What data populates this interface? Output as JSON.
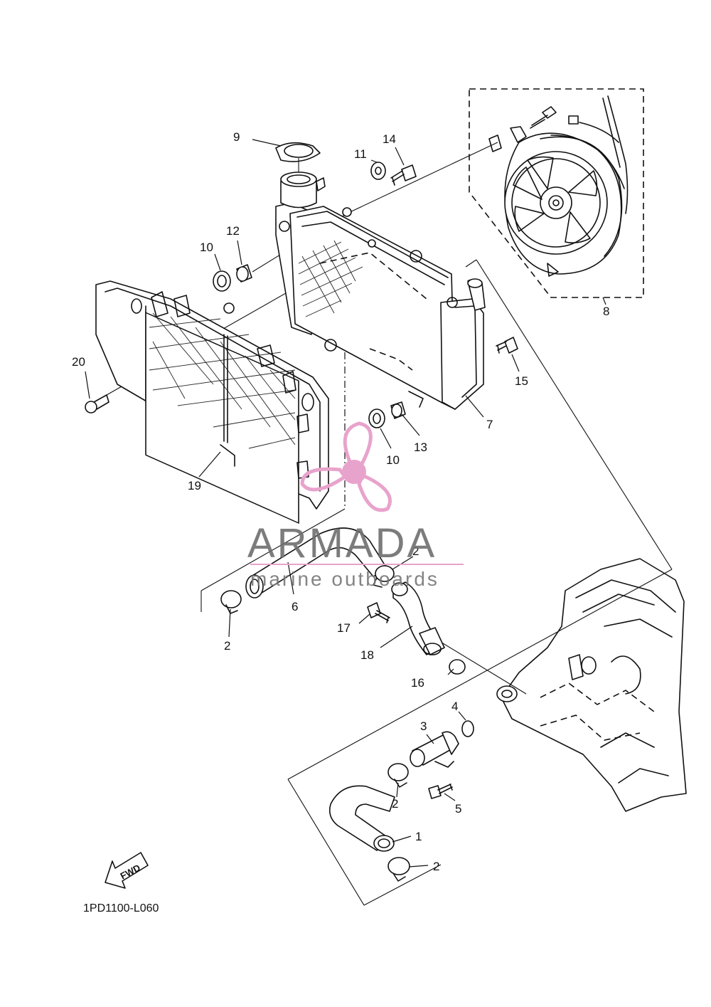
{
  "diagram": {
    "drawing_code": "1PD1100-L060",
    "fwd_label": "FWD",
    "callouts": [
      {
        "id": "c1",
        "text": "1",
        "icon": "hose-icon"
      },
      {
        "id": "c2a",
        "text": "2",
        "icon": "hose-clamp-icon"
      },
      {
        "id": "c2b",
        "text": "2",
        "icon": "hose-clamp-icon"
      },
      {
        "id": "c2c",
        "text": "2",
        "icon": "hose-clamp-icon"
      },
      {
        "id": "c2d",
        "text": "2",
        "icon": "hose-clamp-icon"
      },
      {
        "id": "c3",
        "text": "3",
        "icon": "pipe-joint-icon"
      },
      {
        "id": "c4",
        "text": "4",
        "icon": "o-ring-icon"
      },
      {
        "id": "c5",
        "text": "5",
        "icon": "bolt-icon"
      },
      {
        "id": "c6",
        "text": "6",
        "icon": "hose-icon"
      },
      {
        "id": "c7",
        "text": "7",
        "icon": "radiator-icon"
      },
      {
        "id": "c8",
        "text": "8",
        "icon": "fan-assembly-icon"
      },
      {
        "id": "c9",
        "text": "9",
        "icon": "radiator-cap-icon"
      },
      {
        "id": "c10a",
        "text": "10",
        "icon": "grommet-icon"
      },
      {
        "id": "c10b",
        "text": "10",
        "icon": "grommet-icon"
      },
      {
        "id": "c11",
        "text": "11",
        "icon": "washer-icon"
      },
      {
        "id": "c12",
        "text": "12",
        "icon": "collar-icon"
      },
      {
        "id": "c13",
        "text": "13",
        "icon": "collar-icon"
      },
      {
        "id": "c14",
        "text": "14",
        "icon": "bolt-icon"
      },
      {
        "id": "c15",
        "text": "15",
        "icon": "bolt-icon"
      },
      {
        "id": "c16",
        "text": "16",
        "icon": "o-ring-icon"
      },
      {
        "id": "c17",
        "text": "17",
        "icon": "bolt-icon"
      },
      {
        "id": "c18",
        "text": "18",
        "icon": "pipe-icon"
      },
      {
        "id": "c19",
        "text": "19",
        "icon": "radiator-guard-icon"
      },
      {
        "id": "c20",
        "text": "20",
        "icon": "rivet-icon"
      }
    ]
  },
  "watermark": {
    "brand": "ARMADA",
    "tagline": "marine outboards",
    "logo_color": "#e8a3cc",
    "text_color": "#6e6e6e"
  }
}
